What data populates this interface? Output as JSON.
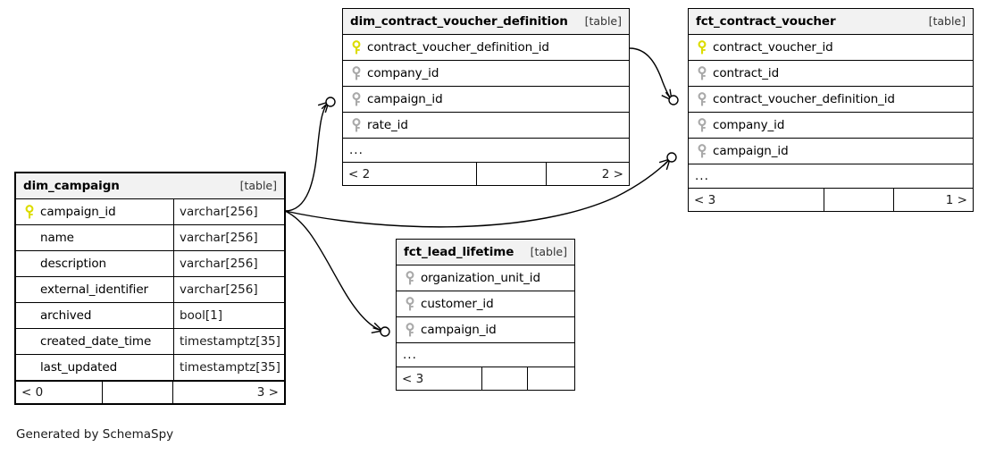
{
  "diagram": {
    "kind": "entity-relationship-diagram",
    "generator_credit": "Generated by SchemaSpy",
    "table_tag": "[table]",
    "more_indicator": "...",
    "background_color": "#ffffff",
    "line_color": "#000000",
    "header_fill": "#f2f2f2",
    "pk_key_color": "#e8e800",
    "fk_key_color": "#a0a0a0"
  },
  "tables": {
    "dim_campaign": {
      "name": "dim_campaign",
      "tag": "[table]",
      "columns": [
        {
          "name": "campaign_id",
          "key": "primary",
          "type": "varchar[256]"
        },
        {
          "name": "name",
          "key": "none",
          "type": "varchar[256]"
        },
        {
          "name": "description",
          "key": "none",
          "type": "varchar[256]"
        },
        {
          "name": "external_identifier",
          "key": "none",
          "type": "varchar[256]"
        },
        {
          "name": "archived",
          "key": "none",
          "type": "bool[1]"
        },
        {
          "name": "created_date_time",
          "key": "none",
          "type": "timestamptz[35]"
        },
        {
          "name": "last_updated",
          "key": "none",
          "type": "timestamptz[35]"
        }
      ],
      "has_more_row": false,
      "footer": {
        "left": "< 0",
        "middle": "",
        "right": "3 >"
      }
    },
    "dim_contract_voucher_definition": {
      "name": "dim_contract_voucher_definition",
      "tag": "[table]",
      "columns": [
        {
          "name": "contract_voucher_definition_id",
          "key": "primary",
          "type": ""
        },
        {
          "name": "company_id",
          "key": "foreign",
          "type": ""
        },
        {
          "name": "campaign_id",
          "key": "foreign",
          "type": ""
        },
        {
          "name": "rate_id",
          "key": "foreign",
          "type": ""
        }
      ],
      "has_more_row": true,
      "footer": {
        "left": "< 2",
        "middle": "",
        "right": "2 >"
      }
    },
    "fct_contract_voucher": {
      "name": "fct_contract_voucher",
      "tag": "[table]",
      "columns": [
        {
          "name": "contract_voucher_id",
          "key": "primary",
          "type": ""
        },
        {
          "name": "contract_id",
          "key": "foreign",
          "type": ""
        },
        {
          "name": "contract_voucher_definition_id",
          "key": "foreign",
          "type": ""
        },
        {
          "name": "company_id",
          "key": "foreign",
          "type": ""
        },
        {
          "name": "campaign_id",
          "key": "foreign",
          "type": ""
        }
      ],
      "has_more_row": true,
      "footer": {
        "left": "< 3",
        "middle": "",
        "right": "1 >"
      }
    },
    "fct_lead_lifetime": {
      "name": "fct_lead_lifetime",
      "tag": "[table]",
      "columns": [
        {
          "name": "organization_unit_id",
          "key": "foreign",
          "type": ""
        },
        {
          "name": "customer_id",
          "key": "foreign",
          "type": ""
        },
        {
          "name": "campaign_id",
          "key": "foreign",
          "type": ""
        }
      ],
      "has_more_row": true,
      "footer": {
        "left": "< 3",
        "middle": "",
        "right": ""
      }
    }
  },
  "relationships": [
    {
      "from_table": "dim_campaign",
      "from_column": "campaign_id",
      "to_table": "dim_contract_voucher_definition",
      "to_column": "campaign_id",
      "cardinality": "zero-or-many"
    },
    {
      "from_table": "dim_contract_voucher_definition",
      "from_column": "contract_voucher_definition_id",
      "to_table": "fct_contract_voucher",
      "to_column": "contract_voucher_definition_id",
      "cardinality": "zero-or-many"
    },
    {
      "from_table": "dim_campaign",
      "from_column": "campaign_id",
      "to_table": "fct_contract_voucher",
      "to_column": "campaign_id",
      "cardinality": "zero-or-many"
    },
    {
      "from_table": "dim_campaign",
      "from_column": "campaign_id",
      "to_table": "fct_lead_lifetime",
      "to_column": "campaign_id",
      "cardinality": "zero-or-many"
    }
  ]
}
